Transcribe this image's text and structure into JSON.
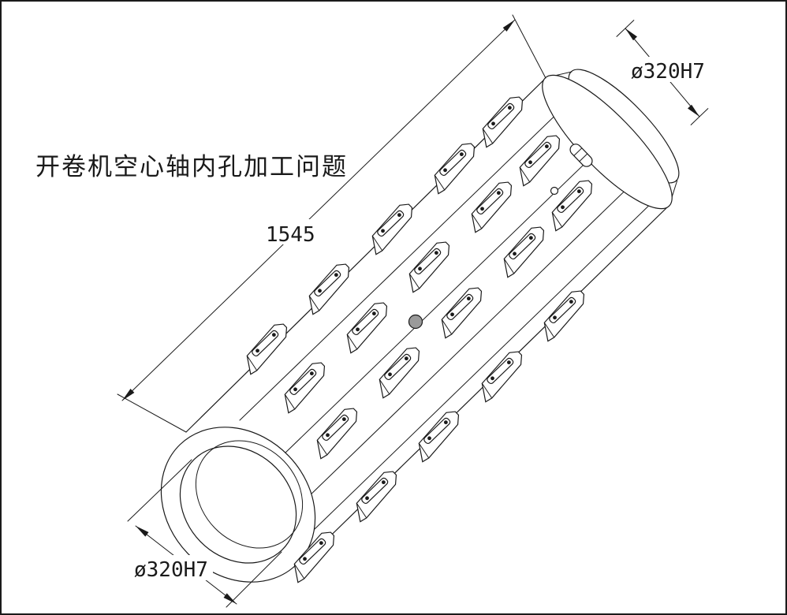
{
  "title": "开卷机空心轴内孔加工问题",
  "dimensions": {
    "length": {
      "label": "1545"
    },
    "bore_top": {
      "label": "ø320H7"
    },
    "bore_bottom": {
      "label": "ø320H7"
    }
  },
  "drawing": {
    "type": "isometric CAD view of uncoiler hollow shaft (expanding mandrel drum) with wedge segments",
    "line_color": "#1a1a1a",
    "background_color": "#ffffff"
  }
}
